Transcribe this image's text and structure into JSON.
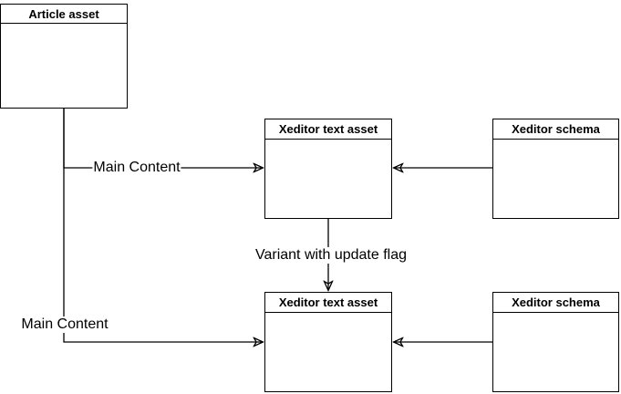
{
  "diagram": {
    "background_color": "#ffffff",
    "line_color": "#000000",
    "nodes": [
      {
        "id": "article-asset",
        "title": "Article asset"
      },
      {
        "id": "xeditor-text-asset-top",
        "title": "Xeditor text asset"
      },
      {
        "id": "xeditor-schema-top",
        "title": "Xeditor schema"
      },
      {
        "id": "xeditor-text-asset-bottom",
        "title": "Xeditor text asset"
      },
      {
        "id": "xeditor-schema-bottom",
        "title": "Xeditor schema"
      }
    ],
    "edges": [
      {
        "from": "article-asset",
        "to": "xeditor-text-asset-top",
        "label": "Main Content"
      },
      {
        "from": "article-asset",
        "to": "xeditor-text-asset-bottom",
        "label": "Main Content"
      },
      {
        "from": "xeditor-schema-top",
        "to": "xeditor-text-asset-top",
        "label": ""
      },
      {
        "from": "xeditor-text-asset-top",
        "to": "xeditor-text-asset-bottom",
        "label": "Variant with update flag"
      },
      {
        "from": "xeditor-schema-bottom",
        "to": "xeditor-text-asset-bottom",
        "label": ""
      }
    ]
  }
}
